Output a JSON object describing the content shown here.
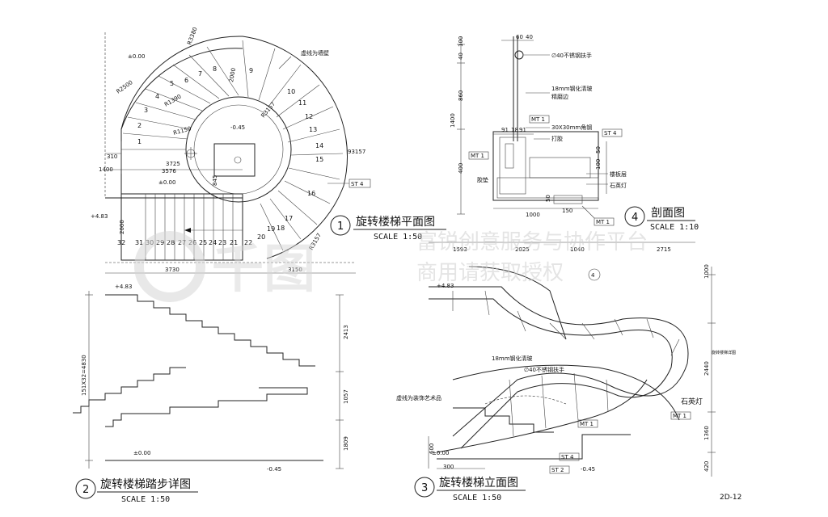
{
  "plan": {
    "note_dashed_wall": "虚线为墙壁",
    "level_000_top": "±0.00",
    "level_n045": "-0.45",
    "level_000": "±0.00",
    "level_483": "+4.83",
    "radii": [
      "R3380",
      "R2500",
      "R1390",
      "R1150",
      "R3157",
      "R3157"
    ],
    "dims": [
      "2000",
      "1400",
      "3725",
      "3576",
      "310",
      "845",
      "2000",
      "3730",
      "3150",
      "93157"
    ],
    "step_numbers": [
      "1",
      "2",
      "3",
      "4",
      "5",
      "6",
      "7",
      "8",
      "9",
      "10",
      "11",
      "12",
      "13",
      "14",
      "15",
      "16",
      "17",
      "18",
      "19",
      "20",
      "21",
      "22",
      "23",
      "24",
      "25",
      "26",
      "27",
      "28",
      "29",
      "30",
      "31",
      "32"
    ],
    "tag": "ST 4"
  },
  "titles": [
    {
      "num": "1",
      "text": "旋转楼梯平面图",
      "scale": "SCALE 1:50"
    },
    {
      "num": "2",
      "text": "旋转楼梯踏步详图",
      "scale": "SCALE 1:50"
    },
    {
      "num": "3",
      "text": "旋转楼梯立面图",
      "scale": "SCALE 1:50"
    },
    {
      "num": "4",
      "text": "剖面图",
      "scale": "SCALE 1:10"
    }
  ],
  "section": {
    "handrail": "∅40不锈钢扶手",
    "glass": "18mm钢化清玻",
    "edge": "精磨边",
    "angle": "30X30mm角钢",
    "glue": "打胶",
    "pad": "胶垫",
    "board": "楼板层",
    "quartz": "石英灯",
    "tags": [
      "MT 1",
      "MT 1",
      "ST 4",
      "MT 1"
    ],
    "dims": [
      "100",
      "40",
      "60",
      "40",
      "860",
      "1400",
      "400",
      "91",
      "18",
      "91",
      "50",
      "100",
      "1000",
      "150",
      "50"
    ]
  },
  "steps_detail": {
    "level_top": "+4.83",
    "level_000": "±0.00",
    "level_n045": "-0.45",
    "dims": [
      "2413",
      "1057",
      "1809",
      "151X32=4830"
    ]
  },
  "elevation": {
    "level_483": "+4.83",
    "level_000": "±0.00",
    "level_n045": "-0.45",
    "glass": "18mm钢化清玻",
    "handrail": "∅40不锈钢扶手",
    "deco_note": "虚线为装饰艺术品",
    "quartz": "石英灯",
    "tags": [
      "MT 1",
      "MT 1",
      "ST 4",
      "ST 2"
    ],
    "dims_top": [
      "1593",
      "2025",
      "1040",
      "2715"
    ],
    "dims_right": [
      "1000",
      "2440",
      "1360",
      "420"
    ],
    "dims_bottom": [
      "300",
      "600"
    ],
    "callout": "4",
    "side_label": "旋转楼梯详图"
  },
  "sheet_no": "2D-12",
  "watermark": {
    "line1": "富锐创意服务与协作平台",
    "line2": "商用请获取授权"
  }
}
